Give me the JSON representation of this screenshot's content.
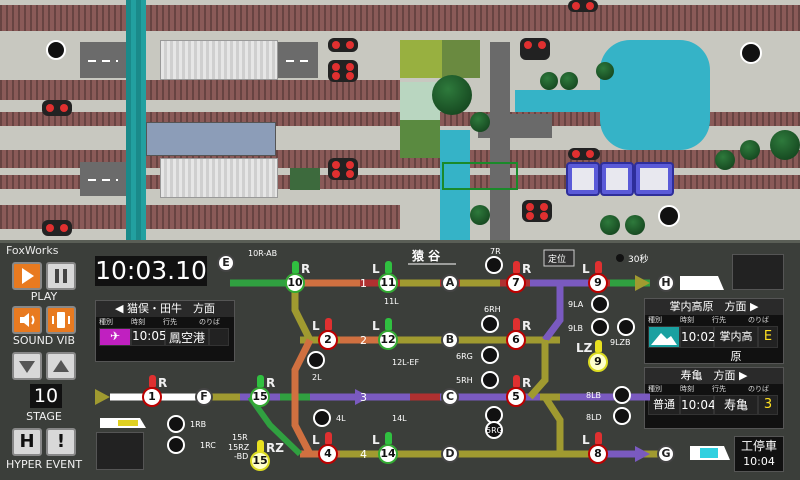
{
  "brand": "FoxWorks",
  "clock": "10:03.10",
  "controls": {
    "play_label": "PLAY",
    "sound_label": "SOUND VIB",
    "stage_value": "10",
    "stage_label": "STAGE",
    "hyper_label": "HYPER EVENT",
    "hyper_glyph": "H",
    "event_glyph": "!"
  },
  "station": {
    "name": "猿 谷",
    "manual_label": "定位",
    "timer_label": "30秒"
  },
  "board_west": {
    "direction": "猫俣・田牛　方面",
    "cols": [
      "種別",
      "時刻",
      "行先",
      "のりば"
    ],
    "row": {
      "type": "✈",
      "time": "10:05",
      "dest": "鳳空港",
      "track": ""
    }
  },
  "board_east1": {
    "direction": "掌内高原　方面",
    "cols": [
      "種別",
      "時刻",
      "行先",
      "のりば"
    ],
    "row": {
      "type": "",
      "time": "10:02",
      "dest": "掌内高原",
      "track": "E"
    }
  },
  "board_east2": {
    "direction": "寿亀　方面",
    "cols": [
      "種別",
      "時刻",
      "行先",
      "のりば"
    ],
    "row": {
      "type": "普通",
      "time": "10:04",
      "dest": "寿亀",
      "track": "3"
    }
  },
  "stop_board": {
    "label": "工停車",
    "time": "10:04"
  },
  "track_letters": [
    "E",
    "H",
    "A",
    "B",
    "C",
    "D",
    "F",
    "G"
  ],
  "signals": [
    "10",
    "11",
    "7",
    "9",
    "2",
    "12",
    "6",
    "1",
    "15",
    "5",
    "4",
    "14",
    "8",
    "15",
    "9"
  ],
  "signal_suffix": {
    "l": "L",
    "r": "R",
    "rz": "RZ",
    "lz": "LZ"
  },
  "point_labels": [
    "10R-AB",
    "7R",
    "11L",
    "6RH",
    "9LA",
    "9LB",
    "9LZB",
    "2L",
    "12L-EF",
    "6RG",
    "5RH",
    "8LB",
    "8LD",
    "1RB",
    "1RC",
    "4L",
    "14L",
    "5RG",
    "15R",
    "15RZ",
    "-BD"
  ],
  "track_numbers": [
    "1",
    "2",
    "3",
    "4"
  ],
  "colors": {
    "red": "#d03030",
    "green": "#30b040",
    "yellow": "#e8e020",
    "purple": "#7a5ac0",
    "route_olive": "#a09a30"
  }
}
